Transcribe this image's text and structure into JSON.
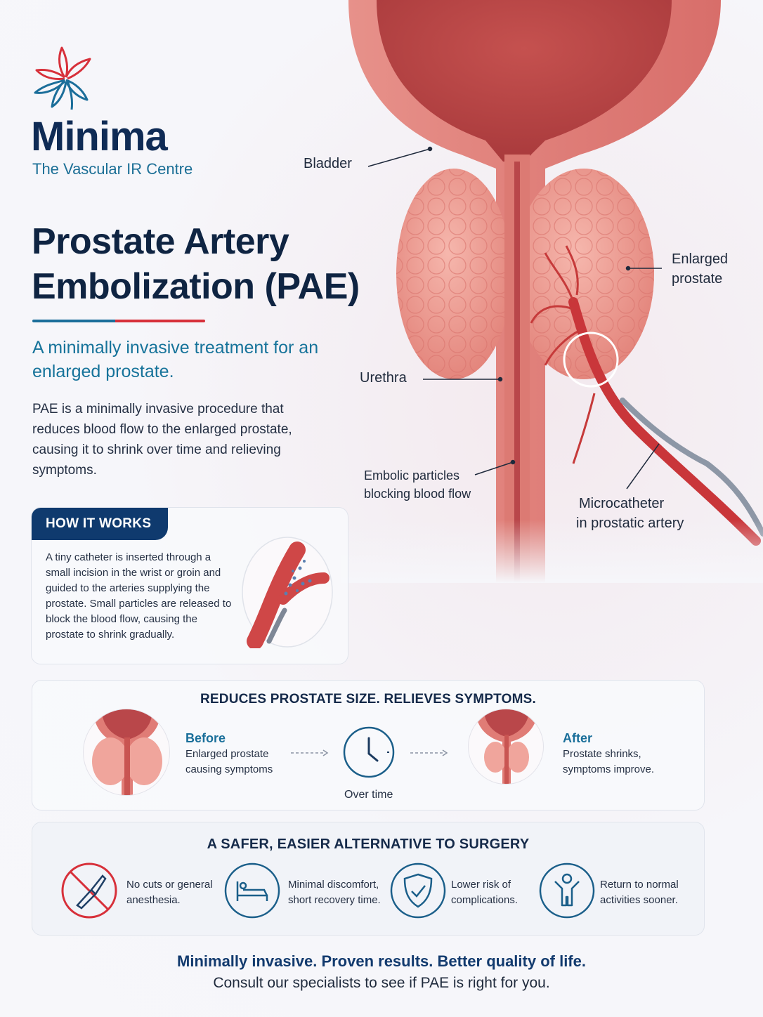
{
  "brand": {
    "name": "Minima",
    "subtitle": "The Vascular IR Centre"
  },
  "hero": {
    "title": "Prostate Artery Embolization (PAE)",
    "tagline": "A minimally invasive treatment for an enlarged prostate.",
    "intro": "PAE is a minimally invasive procedure that reduces blood flow to the enlarged prostate, causing it to shrink over time and relieving symptoms."
  },
  "anatomy_labels": {
    "bladder": "Bladder",
    "enlarged_prostate_1": "Enlarged",
    "enlarged_prostate_2": "prostate",
    "urethra": "Urethra",
    "embolic_1": "Embolic particles",
    "embolic_2": "blocking blood flow",
    "microcatheter_1": "Microcatheter",
    "microcatheter_2": "in prostatic artery"
  },
  "how_it_works": {
    "heading": "HOW IT WORKS",
    "text": "A tiny catheter is inserted through a small incision in the wrist or groin and guided to the arteries supplying the prostate. Small particles are released to block the blood flow, causing the prostate to shrink gradually."
  },
  "before_after": {
    "heading": "REDUCES PROSTATE SIZE. RELIEVES SYMPTOMS.",
    "before_title": "Before",
    "before_text": "Enlarged prostate causing symptoms",
    "middle_label": "Over time",
    "after_title": "After",
    "after_text": "Prostate shrinks, symptoms improve."
  },
  "benefits": {
    "heading": "A SAFER, EASIER ALTERNATIVE TO SURGERY",
    "items": [
      {
        "icon": "no-scalpel-icon",
        "text": "No cuts or general anesthesia."
      },
      {
        "icon": "bed-icon",
        "text": "Minimal discomfort, short recovery time."
      },
      {
        "icon": "shield-check-icon",
        "text": "Lower risk of complications."
      },
      {
        "icon": "person-active-icon",
        "text": "Return to normal activities sooner."
      }
    ]
  },
  "footer": {
    "line1": "Minimally invasive. Proven results. Better quality of life.",
    "line2": "Consult our specialists to see if PAE is right for you."
  },
  "colors": {
    "navy": "#0f2b55",
    "teal": "#1b6e9a",
    "red": "#d7303a",
    "tissue": "#e98c86"
  }
}
